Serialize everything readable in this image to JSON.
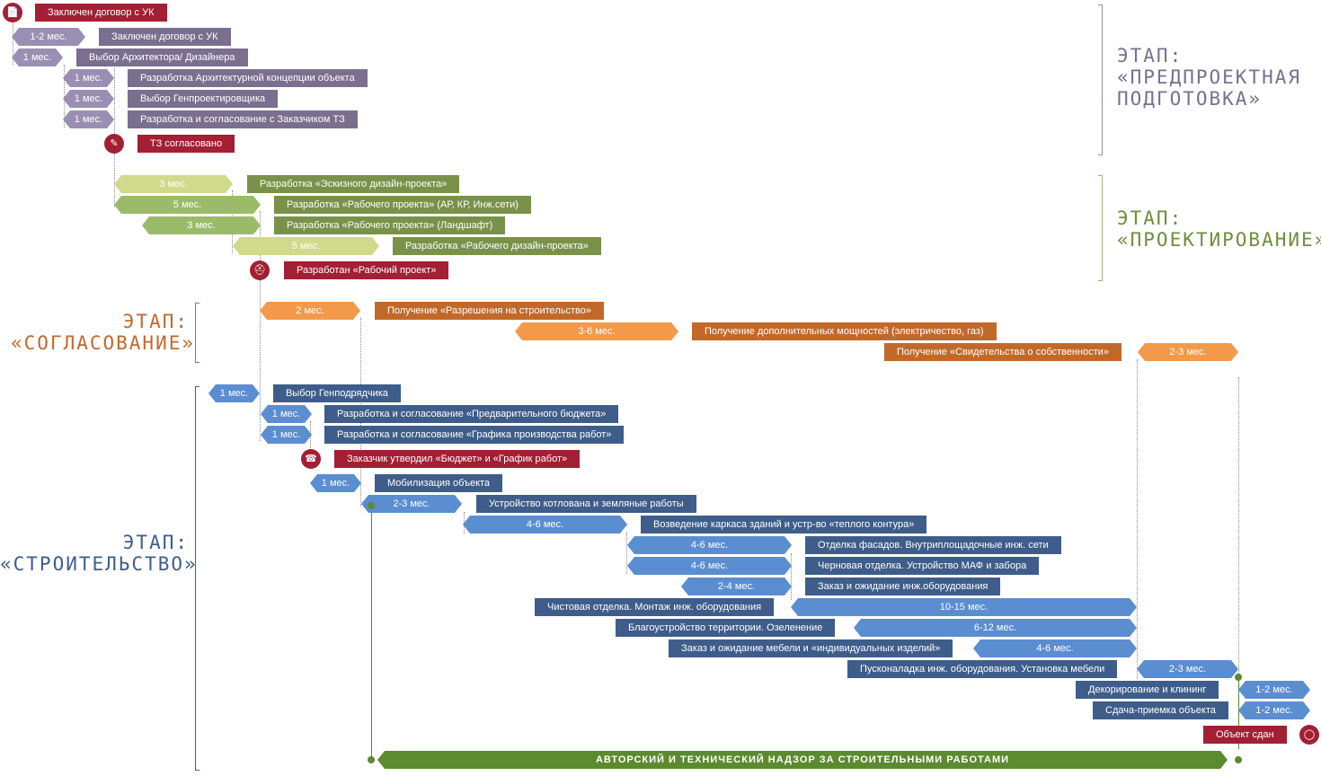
{
  "colors": {
    "mauve": "#9a8fb3",
    "mauve_dark": "#7a6f8e",
    "lime": "#d1d98a",
    "green_light": "#9bbb6a",
    "green_dark": "#7a9149",
    "orange": "#f39a4a",
    "brown": "#c2692a",
    "blue_light": "#5b8dd1",
    "blue_dark": "#3e5d8a",
    "red": "#a31f34",
    "super": "#5c8a2e"
  },
  "stages": {
    "prep": {
      "word": "ЭТАП:",
      "name_line1": "«ПРЕДПРОЕКТНАЯ",
      "name_line2": "ПОДГОТОВКА»"
    },
    "design": {
      "word": "ЭТАП:",
      "name": "«ПРОЕКТИРОВАНИЕ»"
    },
    "approval": {
      "word": "ЭТАП:",
      "name": "«СОГЛАСОВАНИЕ»"
    },
    "build": {
      "word": "ЭТАП:",
      "name": "«СТРОИТЕЛЬСТВО»"
    }
  },
  "milestones": [
    {
      "label": "Заключен договор с УК",
      "icon": "document-icon"
    },
    {
      "label": "ТЗ согласовано",
      "icon": "signed-document-icon"
    },
    {
      "label": "Разработан «Рабочий проект»",
      "icon": "architect-icon"
    },
    {
      "label": "Заказчик утвердил «Бюджет» и «График работ»",
      "icon": "handshake-icon"
    },
    {
      "label": "Объект сдан",
      "icon": "lightbulb-icon"
    }
  ],
  "tasks": [
    {
      "dur": "1-2 мес.",
      "label": "Заключен договор с УК"
    },
    {
      "dur": "1 мес.",
      "label": "Выбор Архитектора/ Дизайнера"
    },
    {
      "dur": "1 мес.",
      "label": "Разработка Архитектурной концепции объекта"
    },
    {
      "dur": "1 мес.",
      "label": "Выбор Генпроектировщика"
    },
    {
      "dur": "1 мес.",
      "label": "Разработка и согласование с Заказчиком ТЗ"
    },
    {
      "dur": "3 мес.",
      "label": "Разработка «Эскизного дизайн-проекта»"
    },
    {
      "dur": "5 мес.",
      "label": "Разработка «Рабочего проекта» (АР, КР, Инж.сети)"
    },
    {
      "dur": "3 мес.",
      "label": "Разработка «Рабочего проекта» (Ландшафт)"
    },
    {
      "dur": "5 мес.",
      "label": "Разработка «Рабочего дизайн-проекта»"
    },
    {
      "dur": "2 мес.",
      "label": "Получение «Разрешения на строительство»"
    },
    {
      "dur": "3-6 мес.",
      "label": "Получение дополнительных мощностей (электричество, газ)"
    },
    {
      "dur": "2-3 мес.",
      "label": "Получение «Свидетельства о собственности»"
    },
    {
      "dur": "1 мес.",
      "label": "Выбор Генподрядчика"
    },
    {
      "dur": "1 мес.",
      "label": "Разработка и согласование «Предварительного бюджета»"
    },
    {
      "dur": "1 мес.",
      "label": "Разработка и согласование «Графика производства работ»"
    },
    {
      "dur": "1 мес.",
      "label": "Мобилизация объекта"
    },
    {
      "dur": "2-3 мес.",
      "label": "Устройство котлована и земляные работы"
    },
    {
      "dur": "4-6 мес.",
      "label": "Возведение каркаса зданий и устр-во «теплого контура»"
    },
    {
      "dur": "4-6 мес.",
      "label": "Отделка фасадов. Внутриплощадочные инж. сети"
    },
    {
      "dur": "4-6 мес.",
      "label": "Черновая отделка. Устройство МАФ и забора"
    },
    {
      "dur": "2-4 мес.",
      "label": "Заказ и ожидание инж.оборудования"
    },
    {
      "dur": "10-15 мес.",
      "label": "Чистовая отделка. Монтаж инж. оборудования"
    },
    {
      "dur": "6-12 мес.",
      "label": "Благоустройство территории. Озеленение"
    },
    {
      "dur": "4-6 мес.",
      "label": "Заказ и ожидание мебели и «индивидуальных изделий»"
    },
    {
      "dur": "2-3 мес.",
      "label": "Пусконаладка инж. оборудования. Установка мебели"
    },
    {
      "dur": "1-2 мес.",
      "label": "Декорирование и клининг"
    },
    {
      "dur": "1-2 мес.",
      "label": "Сдача-приемка объекта"
    }
  ],
  "supervision": "АВТОРСКИЙ И ТЕХНИЧЕСКИЙ НАДЗОР ЗА СТРОИТЕЛЬНЫМИ РАБОТАМИ"
}
